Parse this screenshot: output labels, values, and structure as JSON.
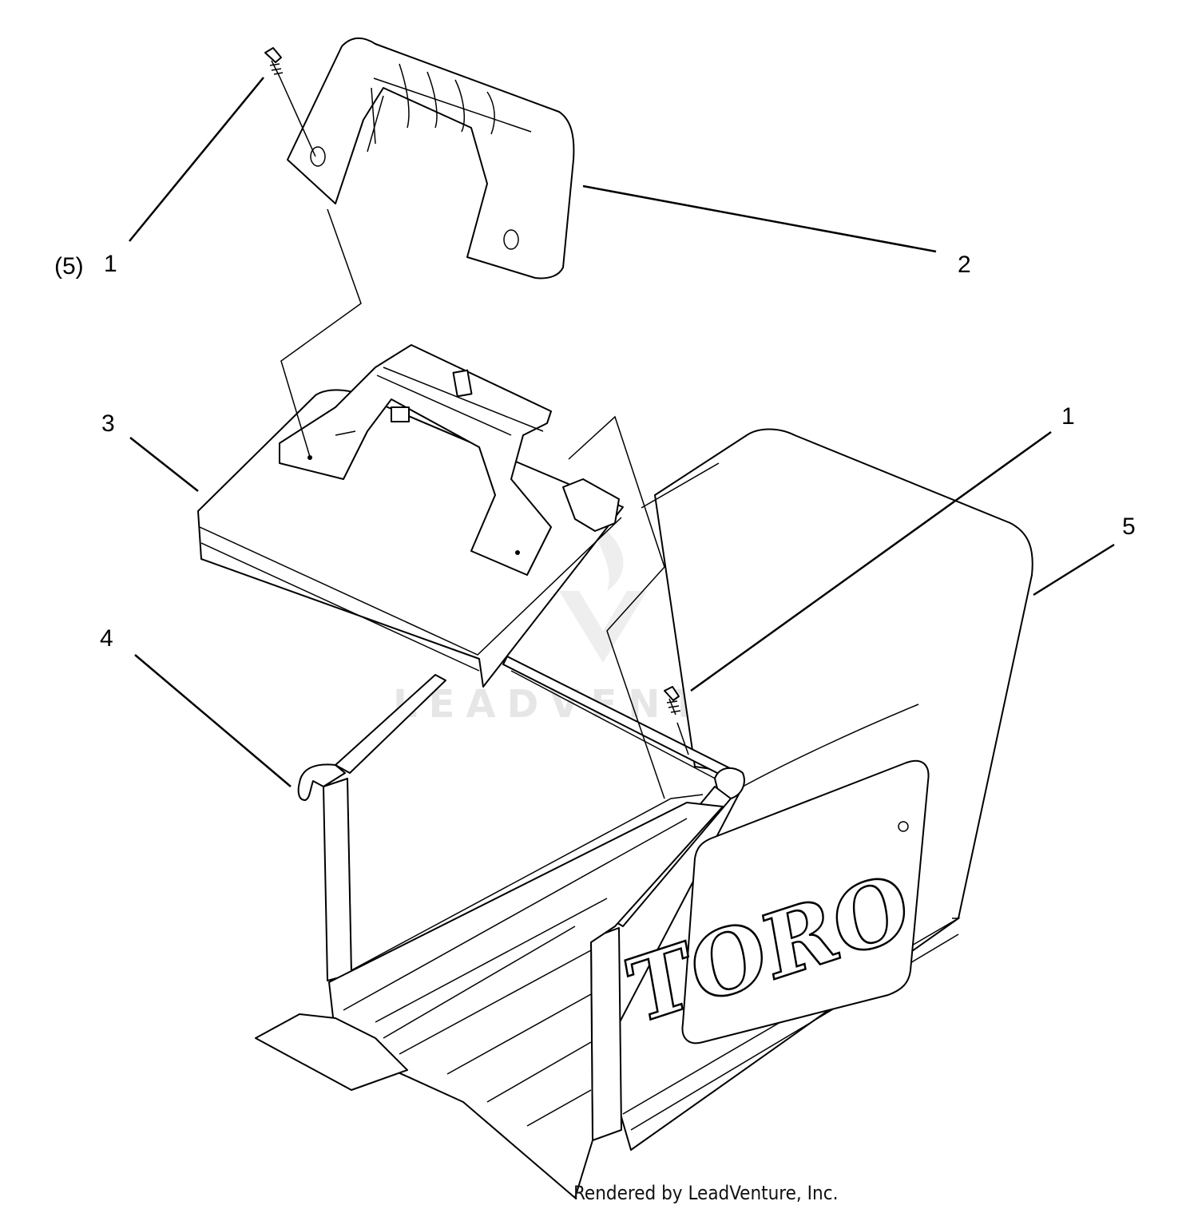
{
  "callouts": {
    "item1_qty": "(5)",
    "item1_top": "1",
    "item2": "2",
    "item3": "3",
    "item1_right": "1",
    "item5": "5",
    "item4": "4"
  },
  "logo_text": "TORO",
  "watermark_text": "LEADVENTURE",
  "caption": "Rendered by LeadVenture, Inc.",
  "colors": {
    "line": "#000000",
    "watermark": "#e6e6e6"
  }
}
